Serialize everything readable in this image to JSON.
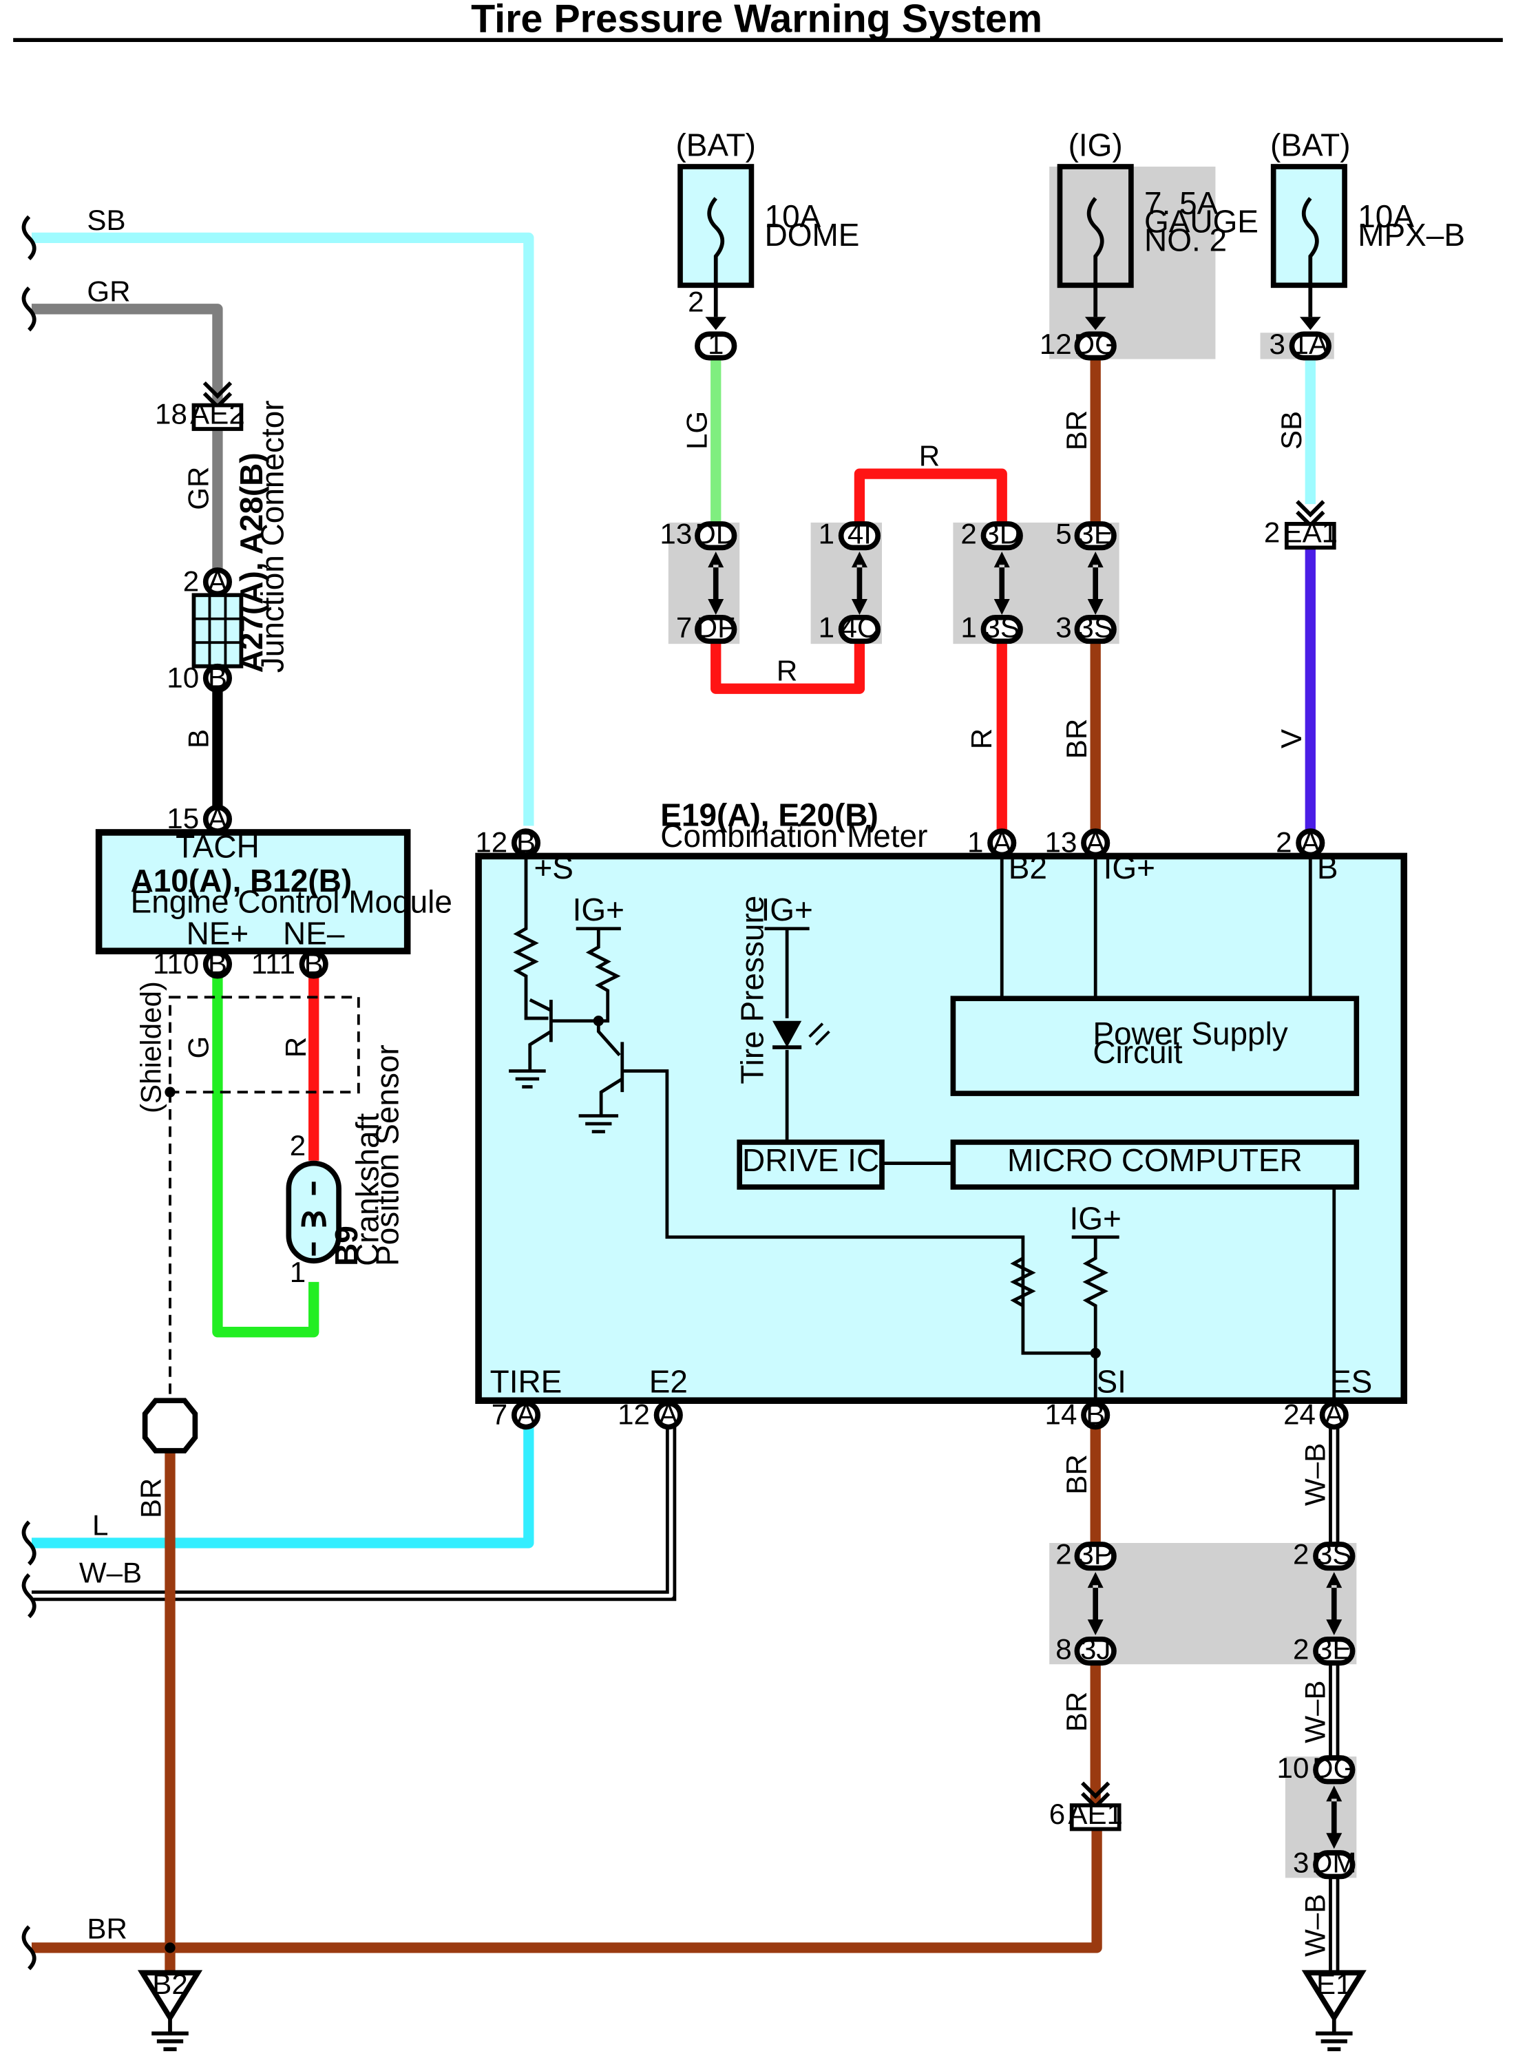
{
  "title": "Tire Pressure Warning System",
  "colors": {
    "SB": "#9ffbff",
    "GR": "#7f7f7f",
    "B": "#000000",
    "G": "#22ee22",
    "R": "#ff1414",
    "LG": "#7fee7f",
    "BR": "#9a3a10",
    "V": "#4a1de6",
    "L": "#33eeff",
    "WB": "#ffffff",
    "module_fill": "#ccfbff",
    "shade": "#d0d0d0"
  },
  "wire_labels": {
    "sb_top": "SB",
    "gr_top": "GR",
    "gr_mid": "GR",
    "b_jc": "B",
    "g_sensor": "G",
    "r_sensor": "R",
    "shielded": "(Shielded)",
    "lg": "LG",
    "r_top": "R",
    "r_bottom": "R",
    "r_meter": "R",
    "br_gauge": "BR",
    "br_meter": "BR",
    "sb_mpx": "SB",
    "v": "V",
    "l_left": "L",
    "wb_left": "W–B",
    "br_ground": "BR",
    "br_si": "BR",
    "br_ae1": "BR",
    "br_bottom": "BR",
    "wb_es": "W–B",
    "wb_mid": "W–B",
    "wb_low": "W–B"
  },
  "fuses": [
    {
      "source": "(BAT)",
      "line1": "10A",
      "line2": "DOME",
      "line3": ""
    },
    {
      "source": "(IG)",
      "line1": "7. 5A",
      "line2": "GAUGE",
      "line3": "NO. 2"
    },
    {
      "source": "(BAT)",
      "line1": "10A",
      "line2": "MPX–B",
      "line3": ""
    }
  ],
  "junction_connector": {
    "ref": "A27(A), A28(B)",
    "name": "Junction Connector"
  },
  "ecm": {
    "ref": "A10(A), B12(B)",
    "name": "Engine Control Module",
    "tach": "TACH",
    "ne_plus": "NE+",
    "ne_minus": "NE–"
  },
  "sensor": {
    "ref": "B9",
    "name1": "Crankshaft",
    "name2": "Position Sensor"
  },
  "meter": {
    "ref": "E19(A), E20(B)",
    "name": "Combination Meter",
    "plus_s": "+S",
    "b2": "B2",
    "ig_plus": "IG+",
    "b": "B",
    "ig1": "IG+",
    "ig2": "IG+",
    "ig3": "IG+",
    "tire_pressure": "Tire Pressure",
    "psc1": "Power Supply",
    "psc2": "Circuit",
    "drive_ic": "DRIVE IC",
    "micro": "MICRO COMPUTER",
    "tire": "TIRE",
    "e2": "E2",
    "si": "SI",
    "es": "ES"
  },
  "pins": {
    "p2": "2",
    "p12dg": "12",
    "p3": "3",
    "p18": "18",
    "p2a": "2",
    "p10b": "10",
    "p15": "15",
    "p110": "110",
    "p111": "111",
    "s2": "2",
    "s1": "1",
    "p13": "13",
    "p7": "7",
    "p1a": "1",
    "p1b": "1",
    "p2c": "2",
    "p1c": "1",
    "p5": "5",
    "p3c": "3",
    "p2ea1": "2",
    "m12": "12",
    "m1": "1",
    "m13": "13",
    "m2": "2",
    "m7": "7",
    "m12b": "12",
    "m14": "14",
    "m24": "24",
    "q2": "2",
    "q8": "8",
    "q2b": "2",
    "q2c": "2",
    "q10": "10",
    "q3": "3",
    "q6": "6"
  },
  "pin_letters": {
    "A": "A",
    "B": "B"
  },
  "connectors": {
    "c1": "1",
    "dg1": "DG",
    "a1": "1A",
    "ae2": "AE2",
    "dd": "DD",
    "df": "DF",
    "i4": "4I",
    "c4": "4C",
    "d3": "3D",
    "s3a": "3S",
    "e3": "3E",
    "s3b": "3S",
    "ea1": "EA1",
    "p3": "3P",
    "j3": "3J",
    "s3c": "3S",
    "e3b": "3E",
    "dg2": "DG",
    "dm": "DM",
    "ae1": "AE1"
  },
  "grounds": {
    "b2": "B2",
    "e1": "E1"
  }
}
